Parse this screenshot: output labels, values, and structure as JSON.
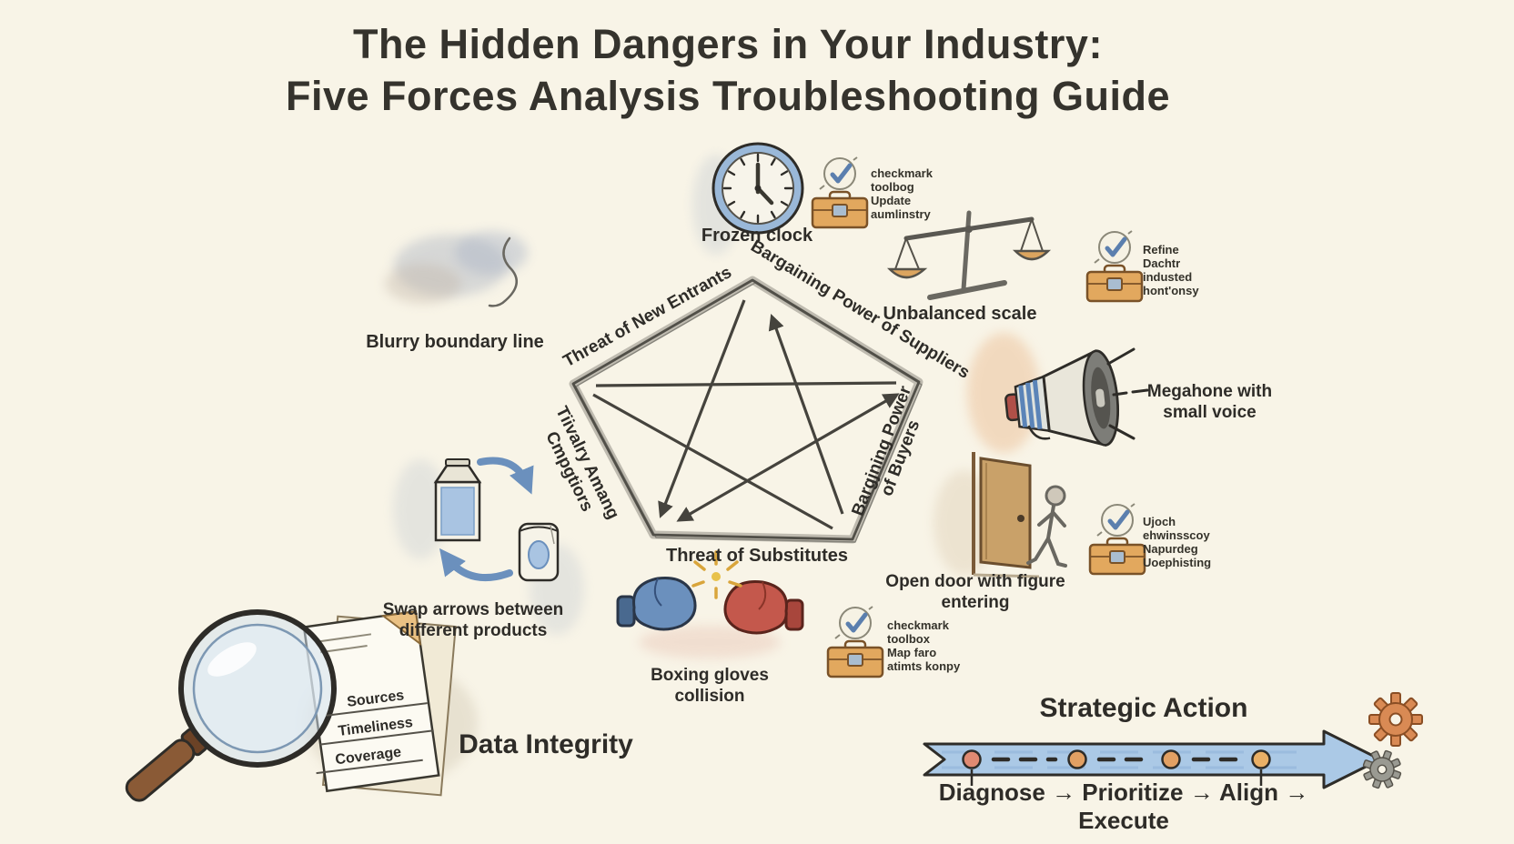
{
  "title": {
    "line1": "The Hidden Dangers in Your Industry:",
    "line2": "Five Forces Analysis Troubleshooting Guide"
  },
  "pentagon": {
    "new_entrants": "Threat of New Entrants",
    "suppliers": "Bargaining Power of Suppliers",
    "buyers_line1": "Bargjning Power",
    "buyers_line2": "of Buyers",
    "substitutes": "Threat of Substitutes",
    "rivalry": "Tiivalry Amang Cmpgtiors"
  },
  "symptoms": {
    "frozen_clock": {
      "label": "Frozen clock"
    },
    "blurry_boundary": {
      "label": "Blurry boundary line"
    },
    "unbalanced_scale": {
      "label": "Unbalanced scale"
    },
    "megaphone": {
      "line1": "Megahone with",
      "line2": "small voice"
    },
    "open_door": {
      "line1": "Open door with figure",
      "line2": "entering"
    },
    "swap_products": {
      "line1": "Swap arrows between",
      "line2": "different products"
    },
    "boxing_gloves": {
      "line1": "Boxing gloves",
      "line2": "collision"
    }
  },
  "toolbox_notes": {
    "clock": [
      "checkmark",
      "toolbog",
      "Update",
      "aumlinstry"
    ],
    "scale": [
      "Refine",
      "Dachtr",
      "industed",
      "hont'onsy"
    ],
    "door": [
      "Ujoch",
      "ehwinsscoy",
      "Napurdeg",
      "Uoephisting"
    ],
    "gloves": [
      "checkmark",
      "toolbox",
      "Map faro",
      "atimts konpy"
    ]
  },
  "data_integrity": {
    "label": "Data Integrity",
    "documents": [
      "Sources",
      "Timeliness",
      "Coverage"
    ]
  },
  "strategic_action": {
    "title": "Strategic Action",
    "steps": "Diagnose → Prioritize → Align → Execute"
  },
  "colors": {
    "background": "#f8f4e7",
    "ink": "#2e2c28",
    "blue": "#6b90bd",
    "light_blue": "#abc9e6",
    "toolbox_orange": "#e2a85e",
    "glove_red": "#c4584c",
    "door_tan": "#c9a169",
    "dot_salmon": "#e08a72",
    "dot_orange": "#e2a063",
    "gear_orange": "#d98a54"
  }
}
